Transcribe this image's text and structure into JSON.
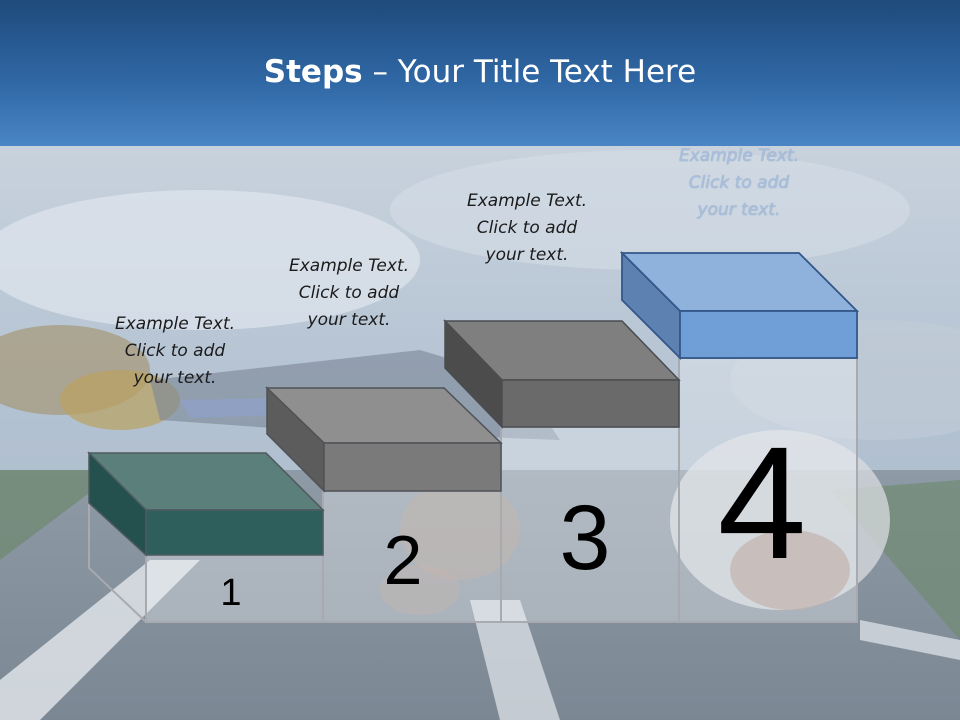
{
  "title": {
    "bold": "Steps",
    "rest": " – Your Title Text Here"
  },
  "steps": [
    {
      "number": "1",
      "caption": [
        "Example Text.",
        "Click  to add",
        "your text."
      ],
      "color": "#2f5f5c"
    },
    {
      "number": "2",
      "caption": [
        "Example Text.",
        "Click  to add",
        "your text."
      ],
      "color": "#7a7a7a"
    },
    {
      "number": "3",
      "caption": [
        "Example Text.",
        "Click  to add",
        "your text."
      ],
      "color": "#6a6a6a"
    },
    {
      "number": "4",
      "caption": [
        "Example Text.",
        "Click  to add",
        "your text."
      ],
      "color": "#6f9fd6"
    }
  ]
}
